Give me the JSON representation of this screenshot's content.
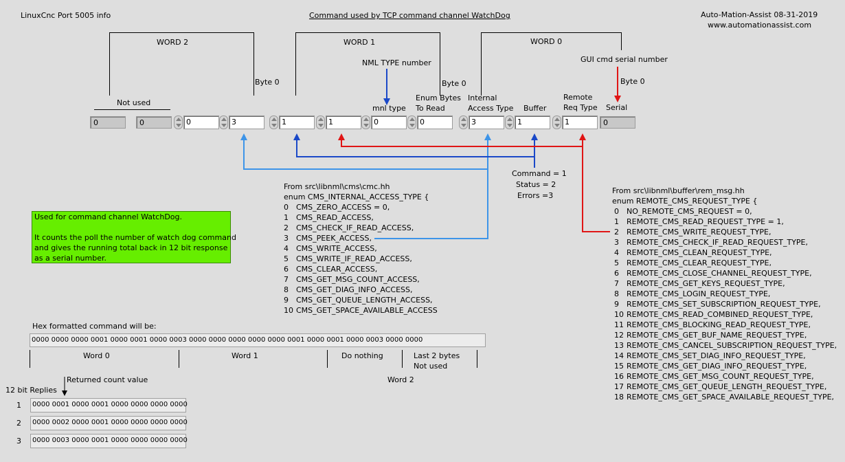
{
  "header": {
    "left_title": "LinuxCnc Port 5005 info",
    "center_title": "Command used by TCP command channel WatchDog",
    "right_company": "Auto-Mation-Assist  08-31-2019",
    "right_url": "www.automationassist.com"
  },
  "words": {
    "word2": "WORD 2",
    "word1": "WORD 1",
    "word0": "WORD 0",
    "byte0_a": "Byte 0",
    "byte0_b": "Byte 0",
    "byte0_c": "Byte 0",
    "not_used": "Not used"
  },
  "annotations": {
    "nml_type": "NML TYPE number",
    "gui_serial": "GUI cmd serial number",
    "mnl_type": "mnl type",
    "enum_bytes_1": "Enum Bytes",
    "enum_bytes_2": "To Read",
    "internal_1": "Internal",
    "internal_2": "Access Type",
    "buffer": "Buffer",
    "remote_1": "Remote",
    "remote_2": "Req Type",
    "serial": "Serial",
    "command": "Command = 1",
    "status": "Status = 2",
    "errors": "Errors =3"
  },
  "controls": {
    "ind1": "0",
    "ind2": "0",
    "c1": "0",
    "c2": "3",
    "c3": "1",
    "c4": "1",
    "c5": "0",
    "c6": "0",
    "c7": "3",
    "c8": "1",
    "c9": "1",
    "ind3": "0"
  },
  "cmc": {
    "source": "From src\\libnml\\cms\\cmc.hh",
    "enum_line": "enum CMS_INTERNAL_ACCESS_TYPE {",
    "items": [
      {
        "n": "0",
        "v": "CMS_ZERO_ACCESS = 0,"
      },
      {
        "n": "1",
        "v": "CMS_READ_ACCESS,"
      },
      {
        "n": "2",
        "v": "CMS_CHECK_IF_READ_ACCESS,"
      },
      {
        "n": "3",
        "v": "CMS_PEEK_ACCESS,"
      },
      {
        "n": "4",
        "v": "CMS_WRITE_ACCESS,"
      },
      {
        "n": "5",
        "v": "CMS_WRITE_IF_READ_ACCESS,"
      },
      {
        "n": "6",
        "v": "CMS_CLEAR_ACCESS,"
      },
      {
        "n": "7",
        "v": "CMS_GET_MSG_COUNT_ACCESS,"
      },
      {
        "n": "8",
        "v": "CMS_GET_DIAG_INFO_ACCESS,"
      },
      {
        "n": "9",
        "v": "CMS_GET_QUEUE_LENGTH_ACCESS,"
      },
      {
        "n": "10",
        "v": "CMS_GET_SPACE_AVAILABLE_ACCESS"
      }
    ]
  },
  "rem": {
    "source": "From src\\libnml\\buffer\\rem_msg.hh",
    "enum_line": "enum REMOTE_CMS_REQUEST_TYPE {",
    "items": [
      {
        "n": "0",
        "v": "NO_REMOTE_CMS_REQUEST = 0,"
      },
      {
        "n": "1",
        "v": "REMOTE_CMS_READ_REQUEST_TYPE = 1,"
      },
      {
        "n": "2",
        "v": "REMOTE_CMS_WRITE_REQUEST_TYPE,"
      },
      {
        "n": "3",
        "v": "REMOTE_CMS_CHECK_IF_READ_REQUEST_TYPE,"
      },
      {
        "n": "4",
        "v": "REMOTE_CMS_CLEAN_REQUEST_TYPE,"
      },
      {
        "n": "5",
        "v": "REMOTE_CMS_CLEAR_REQUEST_TYPE,"
      },
      {
        "n": "6",
        "v": "REMOTE_CMS_CLOSE_CHANNEL_REQUEST_TYPE,"
      },
      {
        "n": "7",
        "v": "REMOTE_CMS_GET_KEYS_REQUEST_TYPE,"
      },
      {
        "n": "8",
        "v": "REMOTE_CMS_LOGIN_REQUEST_TYPE,"
      },
      {
        "n": "9",
        "v": "REMOTE_CMS_SET_SUBSCRIPTION_REQUEST_TYPE,"
      },
      {
        "n": "10",
        "v": "REMOTE_CMS_READ_COMBINED_REQUEST_TYPE,"
      },
      {
        "n": "11",
        "v": "REMOTE_CMS_BLOCKING_READ_REQUEST_TYPE,"
      },
      {
        "n": "12",
        "v": "REMOTE_CMS_GET_BUF_NAME_REQUEST_TYPE,"
      },
      {
        "n": "13",
        "v": "REMOTE_CMS_CANCEL_SUBSCRIPTION_REQUEST_TYPE,"
      },
      {
        "n": "14",
        "v": "REMOTE_CMS_SET_DIAG_INFO_REQUEST_TYPE,"
      },
      {
        "n": "15",
        "v": "REMOTE_CMS_GET_DIAG_INFO_REQUEST_TYPE,"
      },
      {
        "n": "16",
        "v": "REMOTE_CMS_GET_MSG_COUNT_REQUEST_TYPE,"
      },
      {
        "n": "17",
        "v": "REMOTE_CMS_GET_QUEUE_LENGTH_REQUEST_TYPE,"
      },
      {
        "n": "18",
        "v": "REMOTE_CMS_GET_SPACE_AVAILABLE_REQUEST_TYPE,"
      }
    ]
  },
  "note": {
    "line1": "Used for command channel WatchDog.",
    "line2": "It counts the poll the number of watch dog command",
    "line3": "and gives the running total back in 12 bit response",
    "line4": "as a serial number."
  },
  "hex": {
    "label": "Hex formatted command will be:",
    "value": "0000 0000 0000 0001 0000 0001 0000 0003 0000 0000 0000 0000 0000 0001 0000 0001 0000 0003 0000 0000",
    "word0": "Word 0",
    "word1": "Word 1",
    "do_nothing": "Do nothing",
    "last2_1": "Last 2 bytes",
    "last2_2": "Not used",
    "word2": "Word 2"
  },
  "replies": {
    "returned": "Returned count value",
    "label": "12 bit Replies",
    "rows": [
      {
        "n": "1",
        "v": "0000 0001 0000 0001 0000 0000 0000 0000"
      },
      {
        "n": "2",
        "v": "0000 0002 0000 0001 0000 0000 0000 0000"
      },
      {
        "n": "3",
        "v": "0000 0003 0000 0001 0000 0000 0000 0000"
      }
    ]
  },
  "colors": {
    "light_blue": "#3d94e8",
    "dark_blue": "#1a48c8",
    "red": "#e01515",
    "green": "#66ee00"
  }
}
